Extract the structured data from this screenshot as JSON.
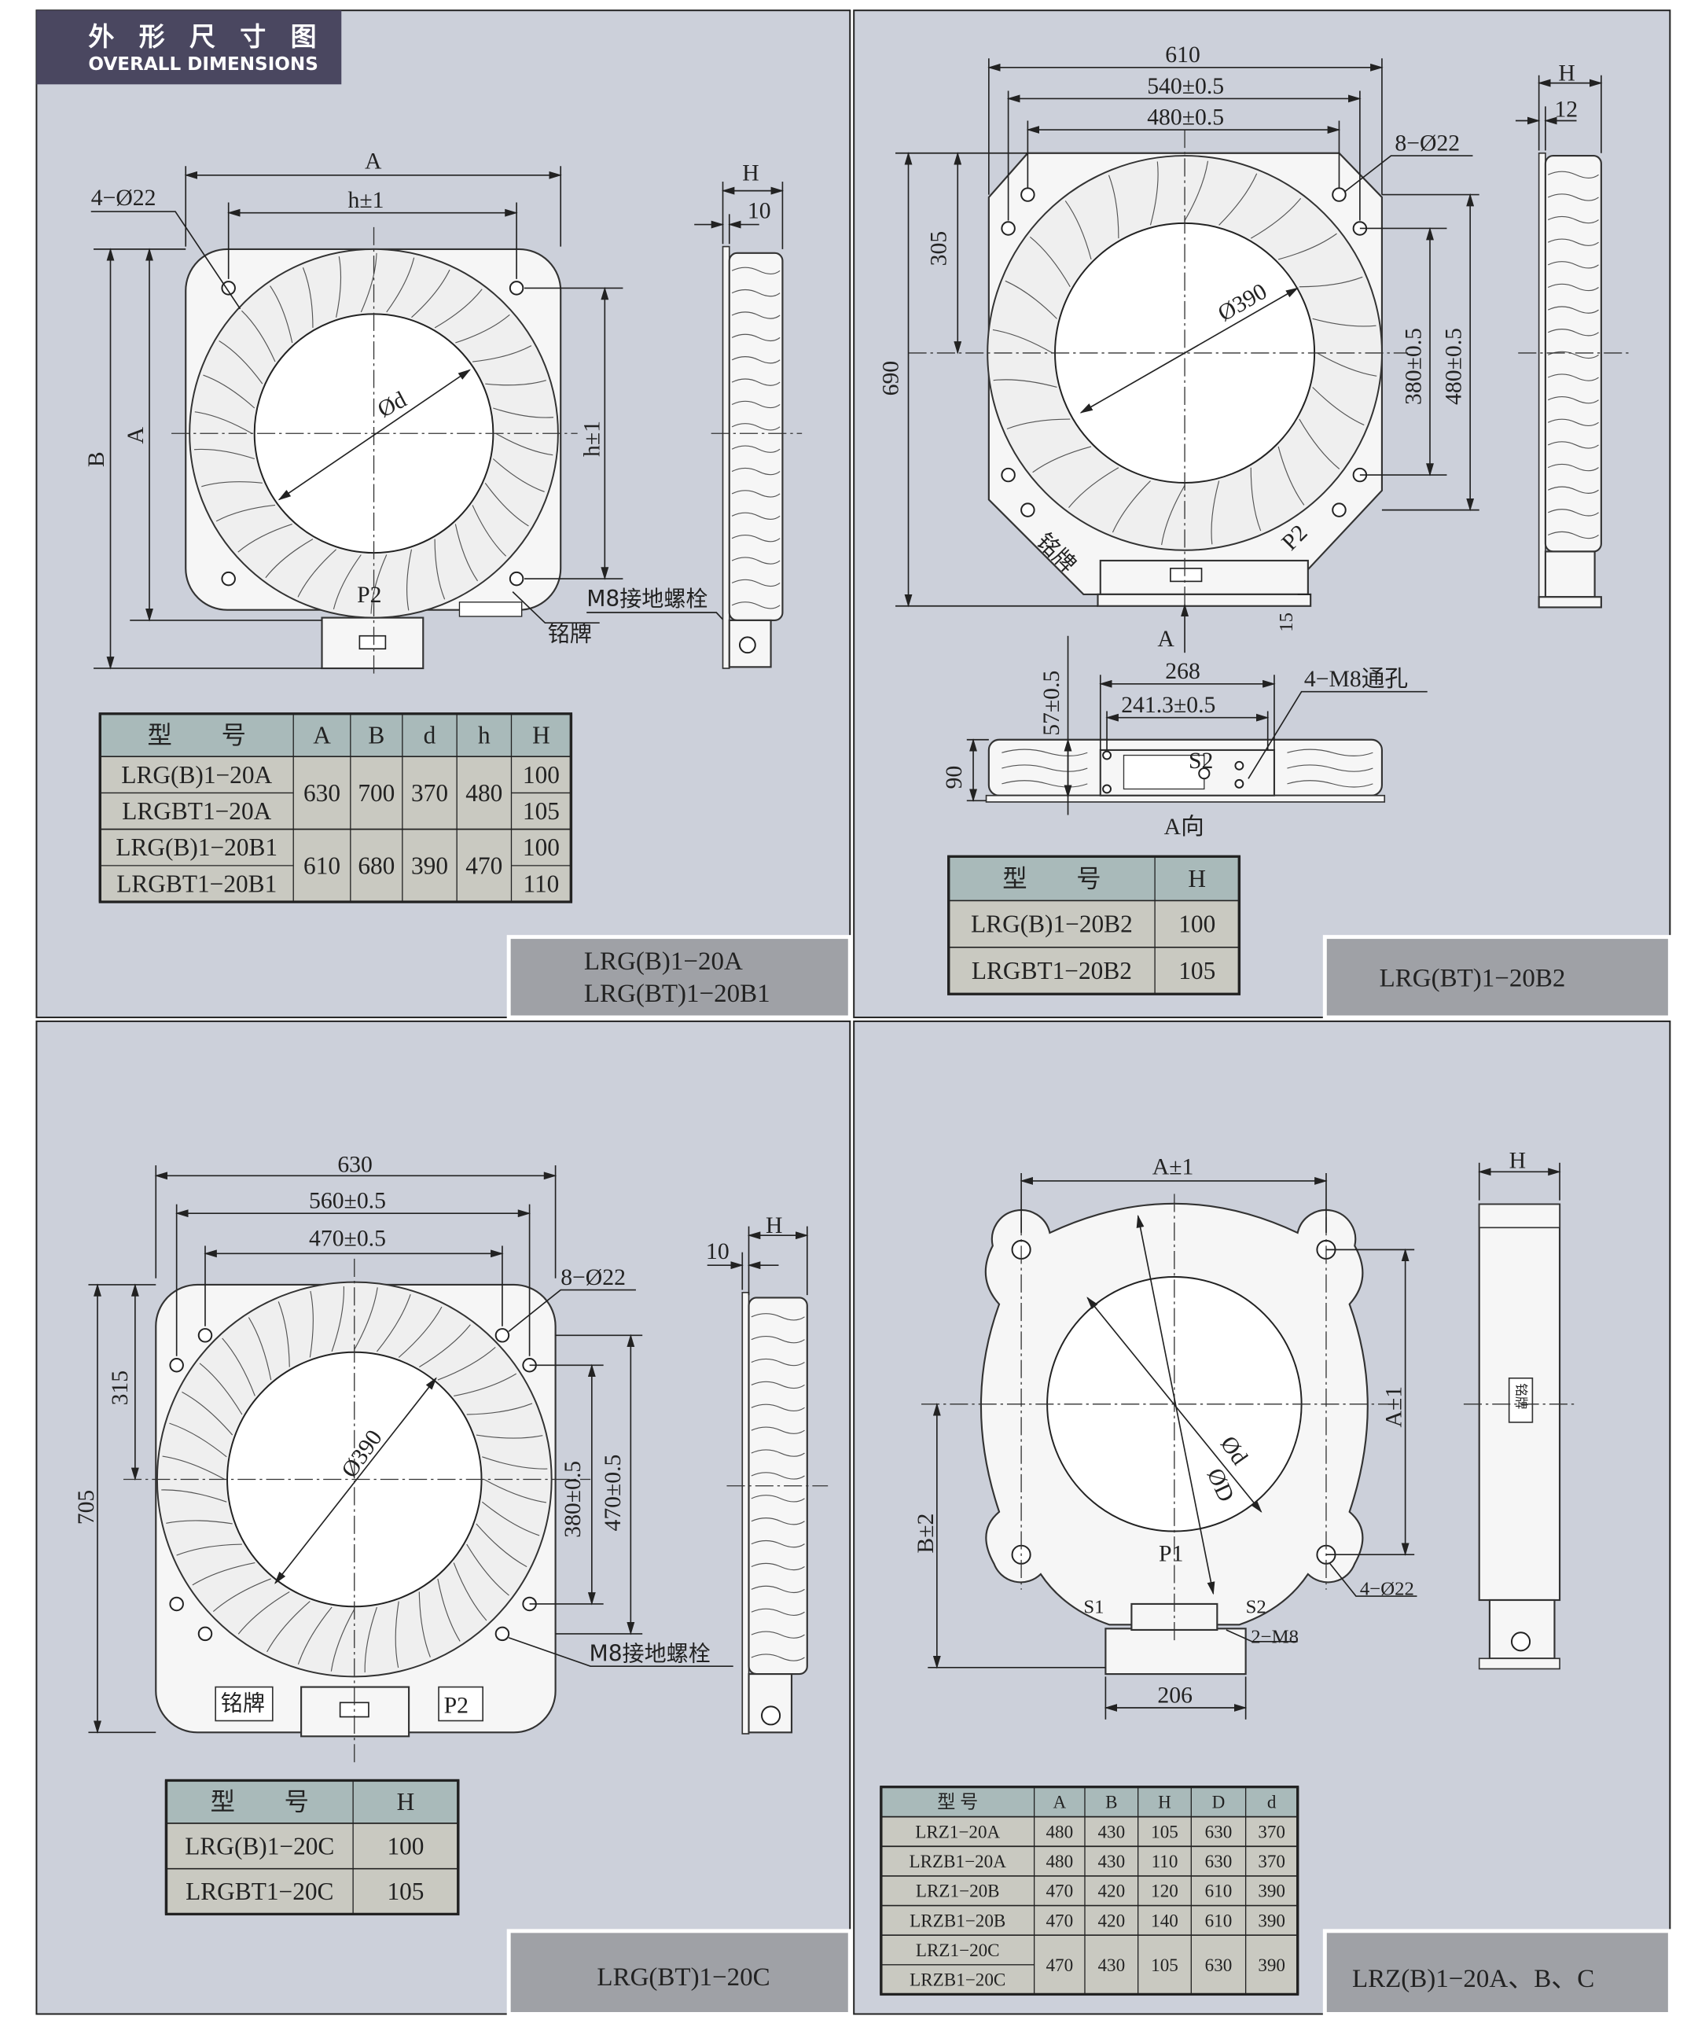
{
  "header": {
    "title_cn": "外 形 尺 寸 图",
    "title_en": "OVERALL DIMENSIONS"
  },
  "panel_a": {
    "model_label": [
      "LRG(B)1−20A",
      "LRG(BT)1−20B1"
    ],
    "dims": {
      "A_top": "A",
      "h_top": "h±1",
      "holes": "4−Ø22",
      "B_left": "B",
      "A_left": "A",
      "d": "Ød",
      "h_right": "h±1",
      "p2": "P2",
      "ground_bolt": "M8接地螺栓",
      "nameplate": "铭牌",
      "H": "H",
      "ten": "10"
    },
    "table": {
      "headers": [
        "型　　号",
        "A",
        "B",
        "d",
        "h",
        "H"
      ],
      "groups": [
        {
          "models": [
            "LRG(B)1−20A",
            "LRGBT1−20A"
          ],
          "cells": [
            "630",
            "700",
            "370",
            "480",
            [
              "100",
              "105"
            ]
          ]
        },
        {
          "models": [
            "LRG(B)1−20B1",
            "LRGBT1−20B1"
          ],
          "cells": [
            "610",
            "680",
            "390",
            "470",
            [
              "100",
              "110"
            ]
          ]
        }
      ]
    }
  },
  "panel_b": {
    "model_label": [
      "LRG(BT)1−20B2"
    ],
    "dims": {
      "w610": "610",
      "w540": "540±0.5",
      "w480": "480±0.5",
      "holes": "8−Ø22",
      "d390": "Ø390",
      "h305": "305",
      "h690": "690",
      "h380": "380±0.5",
      "h480": "480±0.5",
      "nameplate": "铭牌",
      "p2": "P2",
      "h15": "15",
      "H": "H",
      "twelve": "12",
      "A_arrow": "A",
      "w268": "268",
      "w241": "241.3±0.5",
      "m8": "4−M8通孔",
      "h57": "57±0.5",
      "h90": "90",
      "s2": "S2",
      "a_view": "A向"
    },
    "table": {
      "headers": [
        "型　　号",
        "H"
      ],
      "groups": [
        {
          "models": [
            "LRG(B)1−20B2"
          ],
          "cells": [
            "100"
          ]
        },
        {
          "models": [
            "LRGBT1−20B2"
          ],
          "cells": [
            "105"
          ]
        }
      ]
    }
  },
  "panel_c": {
    "model_label": [
      "LRG(BT)1−20C"
    ],
    "dims": {
      "w630": "630",
      "w560": "560±0.5",
      "w470": "470±0.5",
      "holes": "8−Ø22",
      "h315": "315",
      "h705": "705",
      "d390": "Ø390",
      "h380": "380±0.5",
      "h470": "470±0.5",
      "ground_bolt": "M8接地螺栓",
      "nameplate": "铭牌",
      "p2": "P2",
      "ten": "10",
      "H": "H"
    },
    "table": {
      "headers": [
        "型　　号",
        "H"
      ],
      "groups": [
        {
          "models": [
            "LRG(B)1−20C"
          ],
          "cells": [
            "100"
          ]
        },
        {
          "models": [
            "LRGBT1−20C"
          ],
          "cells": [
            "105"
          ]
        }
      ]
    }
  },
  "panel_d": {
    "model_label": [
      "LRZ(B)1−20A、B、C"
    ],
    "dims": {
      "A_top": "A±1",
      "H": "H",
      "A_right": "A±1",
      "B_left": "B±2",
      "d": "Ød",
      "D": "ØD",
      "p1": "P1",
      "s1": "S1",
      "s2": "S2",
      "m8": "2−M8",
      "holes": "4−Ø22",
      "w206": "206",
      "nameplate": "铭牌"
    },
    "table": {
      "headers": [
        "型 号",
        "A",
        "B",
        "H",
        "D",
        "d"
      ],
      "groups": [
        {
          "models": [
            "LRZ1−20A"
          ],
          "cells": [
            "480",
            "430",
            "105",
            "630",
            "370"
          ]
        },
        {
          "models": [
            "LRZB1−20A"
          ],
          "cells": [
            "480",
            "430",
            "110",
            "630",
            "370"
          ]
        },
        {
          "models": [
            "LRZ1−20B"
          ],
          "cells": [
            "470",
            "420",
            "120",
            "610",
            "390"
          ]
        },
        {
          "models": [
            "LRZB1−20B"
          ],
          "cells": [
            "470",
            "420",
            "140",
            "610",
            "390"
          ]
        },
        {
          "models": [
            "LRZ1−20C",
            "LRZB1−20C"
          ],
          "cells": [
            "470",
            "430",
            "105",
            "630",
            "390"
          ]
        }
      ]
    }
  }
}
